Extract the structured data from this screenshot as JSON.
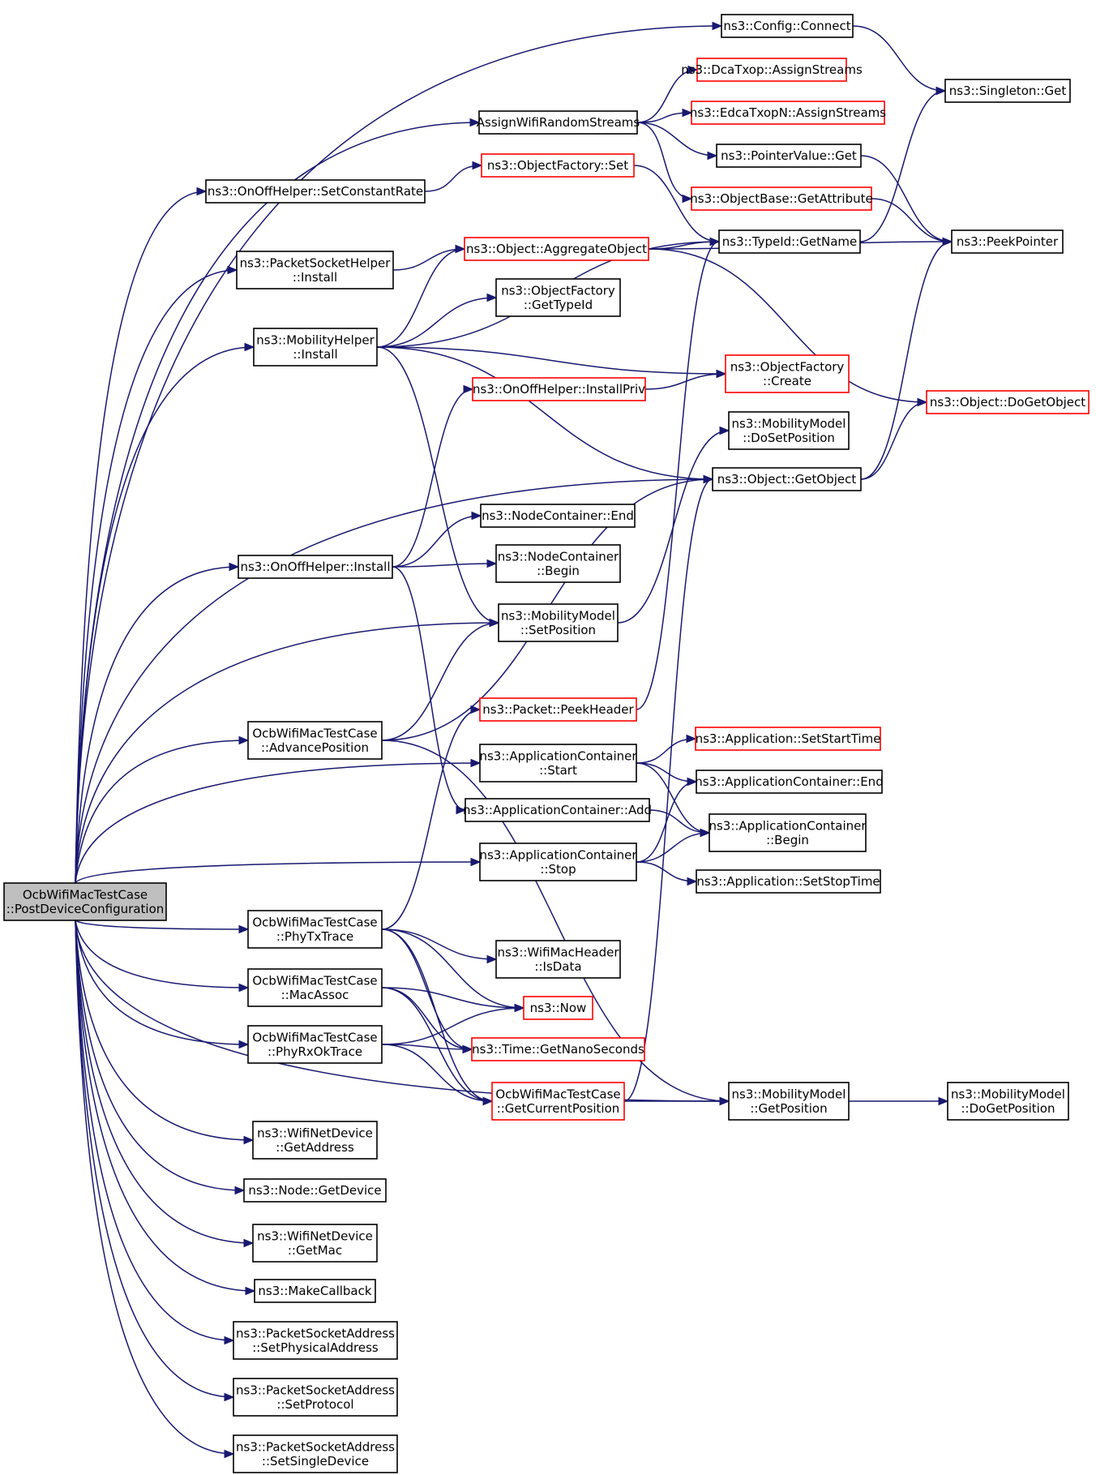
{
  "colors": {
    "edge": "#191970",
    "box_border": "#000000",
    "truncated_border": "#ff0000",
    "root_fill": "#bfbfbf"
  },
  "nodes": {
    "root": {
      "lines": [
        "OcbWifiMacTestCase",
        "::PostDeviceConfiguration"
      ],
      "style": "root"
    },
    "cfgconn": {
      "lines": [
        "ns3::Config::Connect"
      ],
      "style": "normal"
    },
    "singleton": {
      "lines": [
        "ns3::Singleton::Get"
      ],
      "style": "normal"
    },
    "dcatxop": {
      "lines": [
        "ns3::DcaTxop::AssignStreams"
      ],
      "style": "red"
    },
    "awrs": {
      "lines": [
        "AssignWifiRandomStreams"
      ],
      "style": "normal"
    },
    "edca": {
      "lines": [
        "ns3::EdcaTxopN::AssignStreams"
      ],
      "style": "red"
    },
    "ptrget": {
      "lines": [
        "ns3::PointerValue::Get"
      ],
      "style": "normal"
    },
    "ofset": {
      "lines": [
        "ns3::ObjectFactory::Set"
      ],
      "style": "red"
    },
    "onoffrate": {
      "lines": [
        "ns3::OnOffHelper::SetConstantRate"
      ],
      "style": "normal"
    },
    "getattr": {
      "lines": [
        "ns3::ObjectBase::GetAttribute"
      ],
      "style": "red"
    },
    "peekptr": {
      "lines": [
        "ns3::PeekPointer"
      ],
      "style": "normal"
    },
    "psh": {
      "lines": [
        "ns3::PacketSocketHelper",
        "::Install"
      ],
      "style": "normal"
    },
    "aggobj": {
      "lines": [
        "ns3::Object::AggregateObject"
      ],
      "style": "red"
    },
    "typeidname": {
      "lines": [
        "ns3::TypeId::GetName"
      ],
      "style": "normal"
    },
    "ofgettype": {
      "lines": [
        "ns3::ObjectFactory",
        "::GetTypeId"
      ],
      "style": "normal"
    },
    "mhinstall": {
      "lines": [
        "ns3::MobilityHelper",
        "::Install"
      ],
      "style": "normal"
    },
    "ofcreate": {
      "lines": [
        "ns3::ObjectFactory",
        "::Create"
      ],
      "style": "red"
    },
    "installpriv": {
      "lines": [
        "ns3::OnOffHelper::InstallPriv"
      ],
      "style": "red"
    },
    "dogetobj": {
      "lines": [
        "ns3::Object::DoGetObject"
      ],
      "style": "red"
    },
    "dosetpos": {
      "lines": [
        "ns3::MobilityModel",
        "::DoSetPosition"
      ],
      "style": "normal"
    },
    "getobject": {
      "lines": [
        "ns3::Object::GetObject"
      ],
      "style": "normal"
    },
    "ncend": {
      "lines": [
        "ns3::NodeContainer::End"
      ],
      "style": "normal"
    },
    "onoffinst": {
      "lines": [
        "ns3::OnOffHelper::Install"
      ],
      "style": "normal"
    },
    "ncbegin": {
      "lines": [
        "ns3::NodeContainer",
        "::Begin"
      ],
      "style": "normal"
    },
    "setpos": {
      "lines": [
        "ns3::MobilityModel",
        "::SetPosition"
      ],
      "style": "normal"
    },
    "peekhdr": {
      "lines": [
        "ns3::Packet::PeekHeader"
      ],
      "style": "red"
    },
    "advpos": {
      "lines": [
        "OcbWifiMacTestCase",
        "::AdvancePosition"
      ],
      "style": "normal"
    },
    "setstart": {
      "lines": [
        "ns3::Application::SetStartTime"
      ],
      "style": "red"
    },
    "acstart": {
      "lines": [
        "ns3::ApplicationContainer",
        "::Start"
      ],
      "style": "normal"
    },
    "acend": {
      "lines": [
        "ns3::ApplicationContainer::End"
      ],
      "style": "normal"
    },
    "acadd": {
      "lines": [
        "ns3::ApplicationContainer::Add"
      ],
      "style": "normal"
    },
    "acbegin": {
      "lines": [
        "ns3::ApplicationContainer",
        "::Begin"
      ],
      "style": "normal"
    },
    "acstop": {
      "lines": [
        "ns3::ApplicationContainer",
        "::Stop"
      ],
      "style": "normal"
    },
    "setstop": {
      "lines": [
        "ns3::Application::SetStopTime"
      ],
      "style": "normal"
    },
    "phytx": {
      "lines": [
        "OcbWifiMacTestCase",
        "::PhyTxTrace"
      ],
      "style": "normal"
    },
    "isdata": {
      "lines": [
        "ns3::WifiMacHeader",
        "::IsData"
      ],
      "style": "normal"
    },
    "macassoc": {
      "lines": [
        "OcbWifiMacTestCase",
        "::MacAssoc"
      ],
      "style": "normal"
    },
    "now": {
      "lines": [
        "ns3::Now"
      ],
      "style": "red"
    },
    "phyrx": {
      "lines": [
        "OcbWifiMacTestCase",
        "::PhyRxOkTrace"
      ],
      "style": "normal"
    },
    "getnano": {
      "lines": [
        "ns3::Time::GetNanoSeconds"
      ],
      "style": "red"
    },
    "getcurpos": {
      "lines": [
        "OcbWifiMacTestCase",
        "::GetCurrentPosition"
      ],
      "style": "red"
    },
    "getpos": {
      "lines": [
        "ns3::MobilityModel",
        "::GetPosition"
      ],
      "style": "normal"
    },
    "dogetpos": {
      "lines": [
        "ns3::MobilityModel",
        "::DoGetPosition"
      ],
      "style": "normal"
    },
    "wndaddr": {
      "lines": [
        "ns3::WifiNetDevice",
        "::GetAddress"
      ],
      "style": "normal"
    },
    "nodegetdev": {
      "lines": [
        "ns3::Node::GetDevice"
      ],
      "style": "normal"
    },
    "wndmac": {
      "lines": [
        "ns3::WifiNetDevice",
        "::GetMac"
      ],
      "style": "normal"
    },
    "makecb": {
      "lines": [
        "ns3::MakeCallback"
      ],
      "style": "normal"
    },
    "psaphys": {
      "lines": [
        "ns3::PacketSocketAddress",
        "::SetPhysicalAddress"
      ],
      "style": "normal"
    },
    "psaproto": {
      "lines": [
        "ns3::PacketSocketAddress",
        "::SetProtocol"
      ],
      "style": "normal"
    },
    "psasingle": {
      "lines": [
        "ns3::PacketSocketAddress",
        "::SetSingleDevice"
      ],
      "style": "normal"
    }
  },
  "edges": [
    [
      "root",
      "cfgconn"
    ],
    [
      "root",
      "awrs"
    ],
    [
      "root",
      "onoffrate"
    ],
    [
      "root",
      "psh"
    ],
    [
      "root",
      "mhinstall"
    ],
    [
      "root",
      "getobject"
    ],
    [
      "root",
      "onoffinst"
    ],
    [
      "root",
      "setpos"
    ],
    [
      "root",
      "advpos"
    ],
    [
      "root",
      "acstart"
    ],
    [
      "root",
      "acstop"
    ],
    [
      "root",
      "phytx"
    ],
    [
      "root",
      "macassoc"
    ],
    [
      "root",
      "phyrx"
    ],
    [
      "root",
      "getpos"
    ],
    [
      "root",
      "wndaddr"
    ],
    [
      "root",
      "nodegetdev"
    ],
    [
      "root",
      "wndmac"
    ],
    [
      "root",
      "makecb"
    ],
    [
      "root",
      "psaphys"
    ],
    [
      "root",
      "psaproto"
    ],
    [
      "root",
      "psasingle"
    ],
    [
      "cfgconn",
      "singleton"
    ],
    [
      "awrs",
      "dcatxop"
    ],
    [
      "awrs",
      "edca"
    ],
    [
      "awrs",
      "ptrget"
    ],
    [
      "awrs",
      "getattr"
    ],
    [
      "ptrget",
      "peekptr"
    ],
    [
      "getattr",
      "peekptr"
    ],
    [
      "typeidname",
      "singleton"
    ],
    [
      "onoffrate",
      "ofset"
    ],
    [
      "ofset",
      "typeidname"
    ],
    [
      "psh",
      "aggobj"
    ],
    [
      "aggobj",
      "typeidname"
    ],
    [
      "aggobj",
      "peekptr"
    ],
    [
      "aggobj",
      "dogetobj"
    ],
    [
      "mhinstall",
      "typeidname"
    ],
    [
      "mhinstall",
      "aggobj"
    ],
    [
      "mhinstall",
      "ofgettype"
    ],
    [
      "mhinstall",
      "ofcreate"
    ],
    [
      "mhinstall",
      "getobject"
    ],
    [
      "mhinstall",
      "setpos"
    ],
    [
      "installpriv",
      "ofcreate"
    ],
    [
      "getobject",
      "peekptr"
    ],
    [
      "getobject",
      "dogetobj"
    ],
    [
      "onoffinst",
      "installpriv"
    ],
    [
      "onoffinst",
      "ncend"
    ],
    [
      "onoffinst",
      "ncbegin"
    ],
    [
      "onoffinst",
      "acadd"
    ],
    [
      "setpos",
      "dosetpos"
    ],
    [
      "advpos",
      "setpos"
    ],
    [
      "advpos",
      "getobject"
    ],
    [
      "advpos",
      "getpos"
    ],
    [
      "peekhdr",
      "typeidname"
    ],
    [
      "acstart",
      "setstart"
    ],
    [
      "acstart",
      "acend"
    ],
    [
      "acstart",
      "acbegin"
    ],
    [
      "acadd",
      "acbegin"
    ],
    [
      "acstop",
      "acend"
    ],
    [
      "acstop",
      "acbegin"
    ],
    [
      "acstop",
      "setstop"
    ],
    [
      "phytx",
      "peekhdr"
    ],
    [
      "phytx",
      "isdata"
    ],
    [
      "phytx",
      "now"
    ],
    [
      "phytx",
      "getnano"
    ],
    [
      "phytx",
      "getcurpos"
    ],
    [
      "macassoc",
      "now"
    ],
    [
      "macassoc",
      "getnano"
    ],
    [
      "macassoc",
      "getcurpos"
    ],
    [
      "phyrx",
      "now"
    ],
    [
      "phyrx",
      "getnano"
    ],
    [
      "phyrx",
      "getcurpos"
    ],
    [
      "getcurpos",
      "getpos"
    ],
    [
      "getcurpos",
      "getobject"
    ],
    [
      "getpos",
      "dogetpos"
    ]
  ]
}
